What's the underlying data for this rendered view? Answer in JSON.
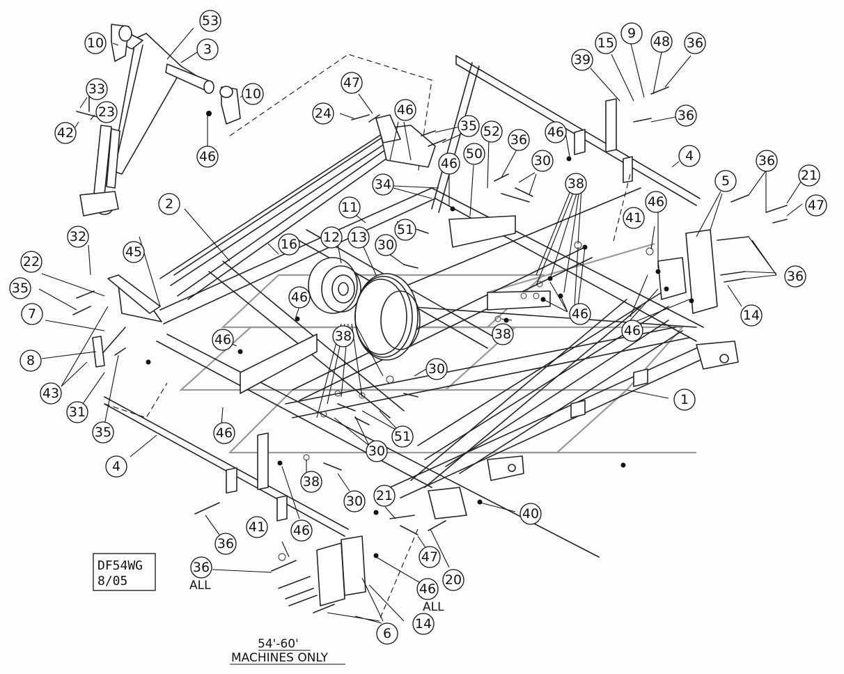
{
  "diagram": {
    "title": "Exploded parts diagram - frame and wheel assembly",
    "drawing_id": "DF54WG",
    "revision_date": "8/05",
    "note_line1": "54'-60'",
    "note_line2": "MACHINES ONLY",
    "all_suffix": "ALL",
    "callouts": [
      {
        "id": "c53",
        "num": "53"
      },
      {
        "id": "c10a",
        "num": "10"
      },
      {
        "id": "c3",
        "num": "3"
      },
      {
        "id": "c10b",
        "num": "10"
      },
      {
        "id": "c33",
        "num": "33"
      },
      {
        "id": "c23",
        "num": "23"
      },
      {
        "id": "c42",
        "num": "42"
      },
      {
        "id": "c46a",
        "num": "46"
      },
      {
        "id": "c47a",
        "num": "47"
      },
      {
        "id": "c24",
        "num": "24"
      },
      {
        "id": "c46b",
        "num": "46"
      },
      {
        "id": "c35a",
        "num": "35"
      },
      {
        "id": "c52",
        "num": "52"
      },
      {
        "id": "c36a",
        "num": "36"
      },
      {
        "id": "c50",
        "num": "50"
      },
      {
        "id": "c46c",
        "num": "46"
      },
      {
        "id": "c30a",
        "num": "30"
      },
      {
        "id": "c34",
        "num": "34"
      },
      {
        "id": "c39",
        "num": "39"
      },
      {
        "id": "c15",
        "num": "15"
      },
      {
        "id": "c9",
        "num": "9"
      },
      {
        "id": "c48",
        "num": "48"
      },
      {
        "id": "c36b",
        "num": "36"
      },
      {
        "id": "c36c",
        "num": "36"
      },
      {
        "id": "c46d",
        "num": "46"
      },
      {
        "id": "c4a",
        "num": "4"
      },
      {
        "id": "c5",
        "num": "5"
      },
      {
        "id": "c36d",
        "num": "36"
      },
      {
        "id": "c21a",
        "num": "21"
      },
      {
        "id": "c47b",
        "num": "47"
      },
      {
        "id": "c2",
        "num": "2"
      },
      {
        "id": "c16",
        "num": "16"
      },
      {
        "id": "c11",
        "num": "11"
      },
      {
        "id": "c12",
        "num": "12"
      },
      {
        "id": "c13",
        "num": "13"
      },
      {
        "id": "c51a",
        "num": "51"
      },
      {
        "id": "c30b",
        "num": "30"
      },
      {
        "id": "c38a",
        "num": "38"
      },
      {
        "id": "c46e",
        "num": "46"
      },
      {
        "id": "c41a",
        "num": "41"
      },
      {
        "id": "c46f",
        "num": "46"
      },
      {
        "id": "c36e",
        "num": "36"
      },
      {
        "id": "c14a",
        "num": "14"
      },
      {
        "id": "c46g",
        "num": "46"
      },
      {
        "id": "c38b",
        "num": "38"
      },
      {
        "id": "c46h",
        "num": "46"
      },
      {
        "id": "c32",
        "num": "32"
      },
      {
        "id": "c22",
        "num": "22"
      },
      {
        "id": "c45",
        "num": "45"
      },
      {
        "id": "c35b",
        "num": "35"
      },
      {
        "id": "c7",
        "num": "7"
      },
      {
        "id": "c8",
        "num": "8"
      },
      {
        "id": "c43",
        "num": "43"
      },
      {
        "id": "c31",
        "num": "31"
      },
      {
        "id": "c35c",
        "num": "35"
      },
      {
        "id": "c46i",
        "num": "46"
      },
      {
        "id": "c46j",
        "num": "46"
      },
      {
        "id": "c38c",
        "num": "38"
      },
      {
        "id": "c30c",
        "num": "30"
      },
      {
        "id": "c51b",
        "num": "51"
      },
      {
        "id": "c30d",
        "num": "30"
      },
      {
        "id": "c1",
        "num": "1"
      },
      {
        "id": "c4b",
        "num": "4"
      },
      {
        "id": "c46k",
        "num": "46"
      },
      {
        "id": "c38d",
        "num": "38"
      },
      {
        "id": "c30e",
        "num": "30"
      },
      {
        "id": "c36f",
        "num": "36"
      },
      {
        "id": "c41b",
        "num": "41"
      },
      {
        "id": "c36g",
        "num": "36"
      },
      {
        "id": "c21b",
        "num": "21"
      },
      {
        "id": "c47c",
        "num": "47"
      },
      {
        "id": "c40",
        "num": "40"
      },
      {
        "id": "c20",
        "num": "20"
      },
      {
        "id": "c46l",
        "num": "46"
      },
      {
        "id": "c14b",
        "num": "14"
      },
      {
        "id": "c6",
        "num": "6"
      }
    ]
  }
}
